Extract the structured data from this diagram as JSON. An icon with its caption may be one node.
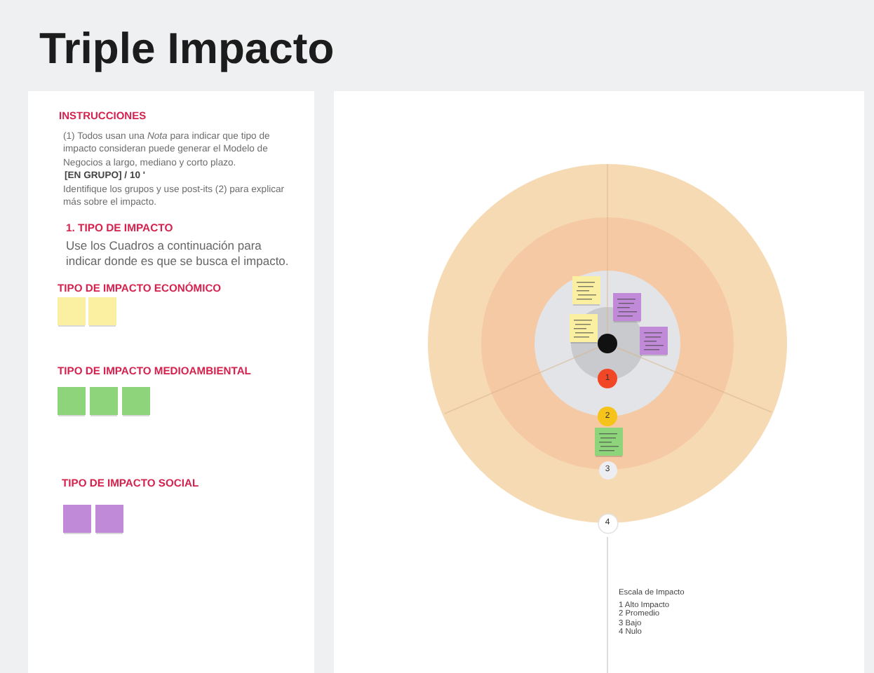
{
  "diagram": {
    "title": "Triple Impacto",
    "nodes": [
      {
        "text": [
          "1"
        ]
      },
      {
        "text": [
          "2"
        ]
      },
      {
        "text": [
          "3"
        ]
      },
      {
        "text": [
          "4"
        ]
      }
    ],
    "labels": [
      "INSTRUCCIONES",
      "(1) Todos usan una *Nota* para indicar que tipo de impacto consideran puede generar el Modelo de Negocios a largo, mediano y corto plazo.",
      "[EN GRUPO] / 10 '",
      "Identifique los grupos y use post-its (2) para explicar más sobre el impacto.",
      "1. TIPO DE IMPACTO",
      "Use los Cuadros a continuación para indicar donde es que se busca el impacto.",
      "TIPO DE IMPACTO ECONÓMICO",
      "TIPO DE IMPACTO MEDIOAMBIENTAL",
      "TIPO DE IMPACTO SOCIAL",
      "Escala de Impacto",
      "1 Alto Impacto",
      "2 Promedio",
      "3 Bajo",
      "4 Nulo"
    ]
  }
}
